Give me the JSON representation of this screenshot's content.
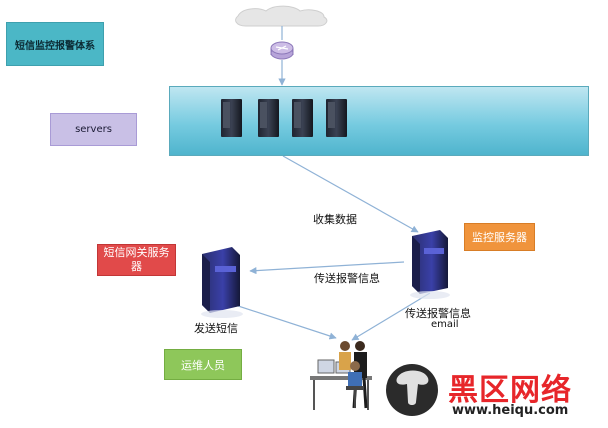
{
  "title": "短信监控报警体系",
  "servers_label": "servers",
  "monitor_server_label": "监控服务器",
  "sms_gateway_label": "短信网关服务器",
  "ops_label": "运维人员",
  "edges": {
    "collect": "收集数据",
    "send_alarm": "传送报警信息",
    "send_alarm_email": "传送报警信息",
    "email": "email",
    "send_sms": "发送短信"
  },
  "watermark": {
    "brand": "黑区网络",
    "url": "www.heiqu.com"
  },
  "colors": {
    "title_box": "#4bb7c6",
    "servers_box": "#c9c0e6",
    "monitor_box": "#f0943c",
    "sms_box": "#e14a4a",
    "ops_box": "#8ec75a",
    "connector": "#8fb2d6"
  },
  "icons": [
    "cloud-icon",
    "router-icon",
    "server-icon",
    "monitor-server-icon",
    "sms-gateway-server-icon",
    "operators-icon",
    "heiqu-logo-icon"
  ]
}
